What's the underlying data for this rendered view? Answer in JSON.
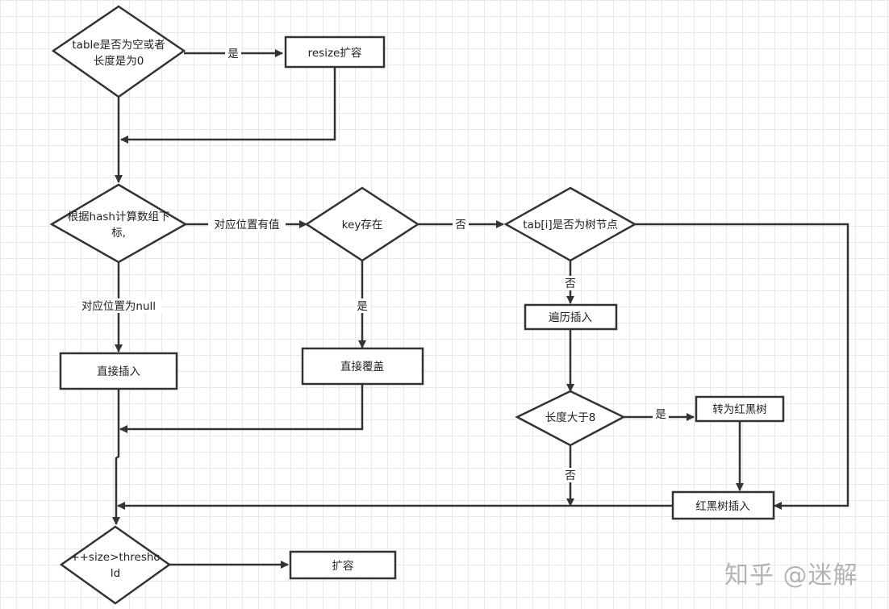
{
  "nodes": {
    "d_table_empty": [
      "table是否为空或者",
      "长度是为0"
    ],
    "p_resize": "resize扩容",
    "d_hash_index": [
      "根据hash计算数组下",
      "标,"
    ],
    "d_key_exists": "key存在",
    "d_tree_node": "tab[i]是否为树节点",
    "p_traverse_insert": "遍历插入",
    "p_direct_insert": "直接插入",
    "p_direct_overwrite": "直接覆盖",
    "d_length_gt8": "长度大于8",
    "p_to_redblack": "转为红黑树",
    "p_redblack_insert": "红黑树插入",
    "d_size_threshold": [
      "++size>thresho",
      "ld"
    ],
    "p_expand": "扩容"
  },
  "edge_labels": {
    "yes_resize": "是",
    "has_value": "对应位置有值",
    "no_key": "否",
    "no_tree": "否",
    "null_position": "对应位置为null",
    "yes_key": "是",
    "yes_length": "是",
    "no_length": "否"
  },
  "watermark": "知乎 @迷解"
}
